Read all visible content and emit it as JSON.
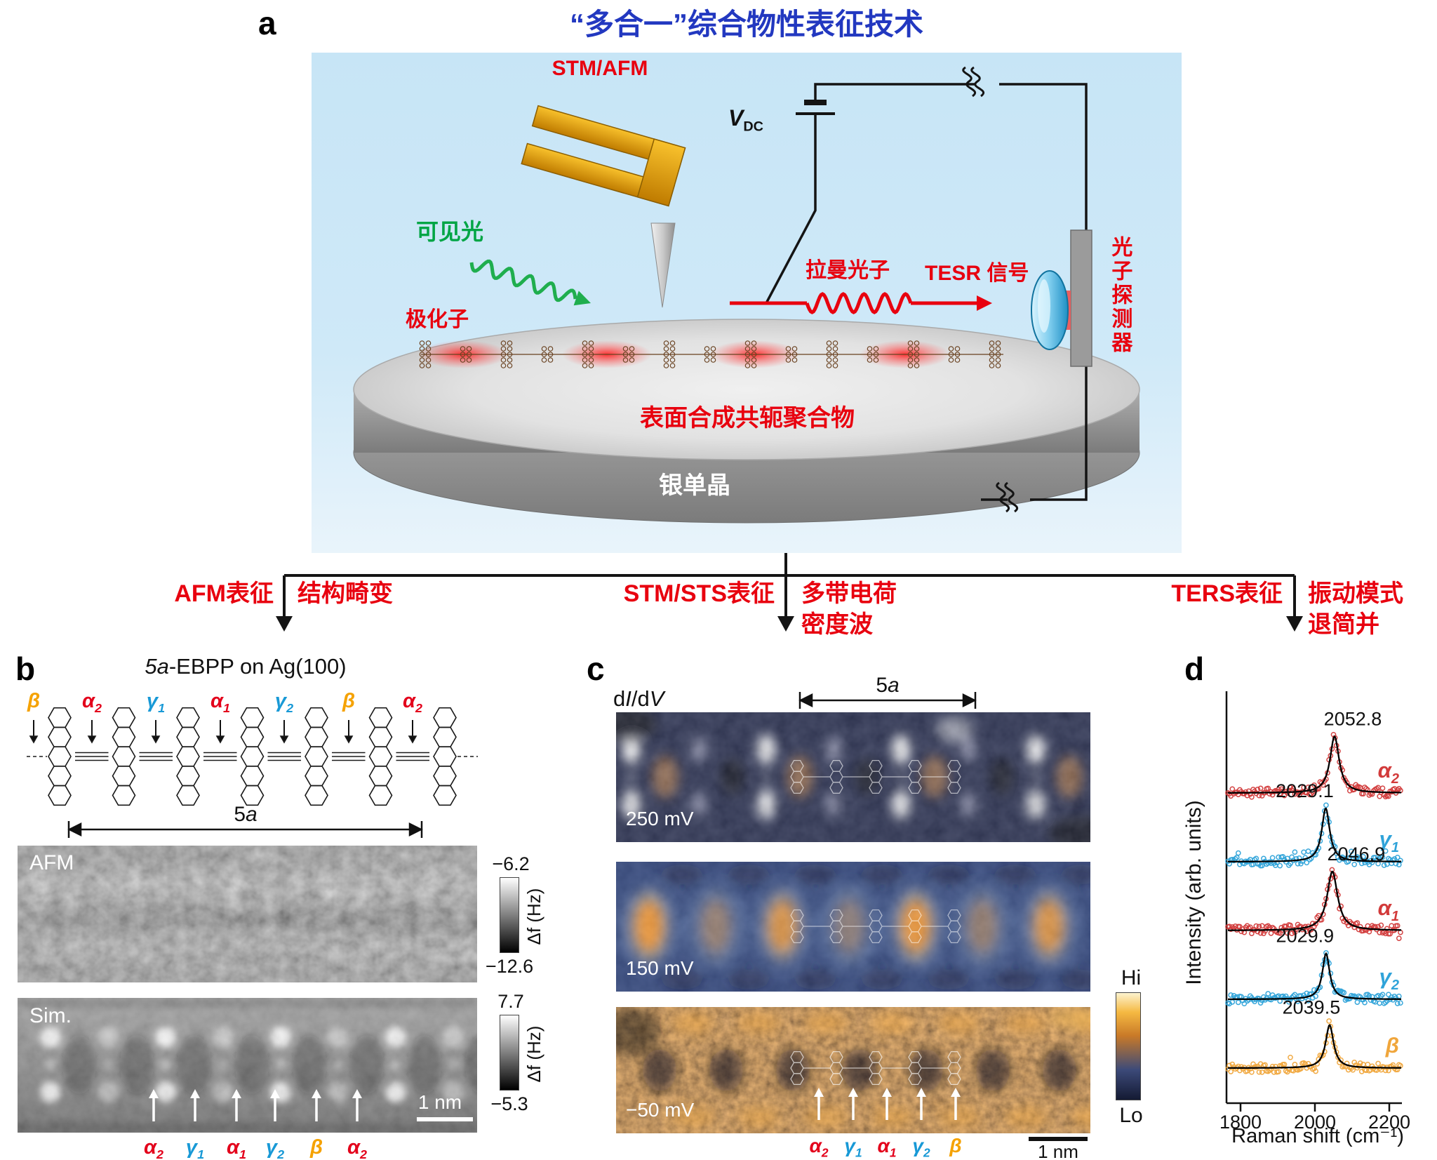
{
  "colors": {
    "title_blue": "#2238c0",
    "label_red": "#e8000f",
    "light_green": "#1fae4e",
    "alpha_red": "#e3001b",
    "gamma_blue": "#1899d6",
    "beta_orange": "#f5a200"
  },
  "panel_a": {
    "letter": "a",
    "title": "“多合一”综合物性表征技术",
    "stm_afm": "STM/AFM",
    "vdc_base": "V",
    "vdc_sub": "DC",
    "visible_light": "可见光",
    "polaron": "极化子",
    "raman_photon": "拉曼光子",
    "tesr_signal": "TESR 信号",
    "photon_detector": "光子探测器",
    "polymer": "表面合成共轭聚合物",
    "silver": "银单晶",
    "branches": [
      {
        "method": "AFM表征",
        "line1": "结构畸变",
        "line2": ""
      },
      {
        "method": "STM/STS表征",
        "line1": "多带电荷",
        "line2": "密度波"
      },
      {
        "method": "TERS表征",
        "line1": "振动模式",
        "line2": "退简并"
      }
    ]
  },
  "panel_b": {
    "letter": "b",
    "title_prefix": "5a",
    "title_suffix": "-EBPP on Ag(100)",
    "span_label": "5a",
    "afm_label": "AFM",
    "sim_label": "Sim.",
    "afm_scale": {
      "top": "−6.2",
      "bottom": "−12.6",
      "unit": "Δf (Hz)"
    },
    "sim_scale": {
      "top": "7.7",
      "bottom": "−5.3",
      "unit": "Δf (Hz)"
    },
    "scalebar": "1 nm",
    "bond_labels": [
      {
        "base": "β",
        "sub": "",
        "color": "#f5a200"
      },
      {
        "base": "α",
        "sub": "2",
        "color": "#e3001b"
      },
      {
        "base": "γ",
        "sub": "1",
        "color": "#1899d6"
      },
      {
        "base": "α",
        "sub": "1",
        "color": "#e3001b"
      },
      {
        "base": "γ",
        "sub": "2",
        "color": "#1899d6"
      },
      {
        "base": "β",
        "sub": "",
        "color": "#f5a200"
      },
      {
        "base": "α",
        "sub": "2",
        "color": "#e3001b"
      }
    ],
    "sim_arrows": [
      {
        "base": "α",
        "sub": "2",
        "color": "#e3001b"
      },
      {
        "base": "γ",
        "sub": "1",
        "color": "#1899d6"
      },
      {
        "base": "α",
        "sub": "1",
        "color": "#e3001b"
      },
      {
        "base": "γ",
        "sub": "2",
        "color": "#1899d6"
      },
      {
        "base": "β",
        "sub": "",
        "color": "#f5a200"
      },
      {
        "base": "α",
        "sub": "2",
        "color": "#e3001b"
      }
    ]
  },
  "panel_c": {
    "letter": "c",
    "didv_parts": [
      "d",
      "I",
      "/d",
      "V"
    ],
    "span_label": "5a",
    "maps": [
      {
        "bias": "250 mV"
      },
      {
        "bias": "150 mV"
      },
      {
        "bias": "−50 mV"
      }
    ],
    "scale": {
      "top": "Hi",
      "bottom": "Lo"
    },
    "scalebar": "1 nm",
    "arrows": [
      {
        "base": "α",
        "sub": "2",
        "color": "#e3001b"
      },
      {
        "base": "γ",
        "sub": "1",
        "color": "#1899d6"
      },
      {
        "base": "α",
        "sub": "1",
        "color": "#e3001b"
      },
      {
        "base": "γ",
        "sub": "2",
        "color": "#1899d6"
      },
      {
        "base": "β",
        "sub": "",
        "color": "#f5a200"
      }
    ]
  },
  "panel_d": {
    "letter": "d"
  },
  "chart_data": {
    "type": "line",
    "title": "",
    "xlabel": "Raman shift (cm⁻¹)",
    "ylabel": "Intensity (arb. units)",
    "xlim": [
      1765,
      2235
    ],
    "xticks": [
      1800,
      2000,
      2200
    ],
    "grid": false,
    "legend_position": "right-of-each-curve",
    "description": "Five stacked TERS spectra (scatter data with Lorentzian fits), offsets top to bottom",
    "series": [
      {
        "name": "alpha2",
        "base": "α",
        "sub": "2",
        "color": "#d23b3b",
        "peak_center": 2052.8,
        "peak_label": "2052.8",
        "peak_fwhm": 30,
        "rel_height": 1.0
      },
      {
        "name": "gamma1",
        "base": "γ",
        "sub": "1",
        "color": "#2fa3d9",
        "peak_center": 2029.1,
        "peak_label": "2029.1",
        "peak_fwhm": 26,
        "rel_height": 0.97
      },
      {
        "name": "alpha1",
        "base": "α",
        "sub": "1",
        "color": "#d23b3b",
        "peak_center": 2046.9,
        "peak_label": "2046.9",
        "peak_fwhm": 34,
        "rel_height": 1.02
      },
      {
        "name": "gamma2",
        "base": "γ",
        "sub": "2",
        "color": "#2fa3d9",
        "peak_center": 2029.9,
        "peak_label": "2029.9",
        "peak_fwhm": 24,
        "rel_height": 0.9
      },
      {
        "name": "beta",
        "base": "β",
        "sub": "",
        "color": "#f0a63c",
        "peak_center": 2039.5,
        "peak_label": "2039.5",
        "peak_fwhm": 26,
        "rel_height": 0.87
      }
    ]
  }
}
